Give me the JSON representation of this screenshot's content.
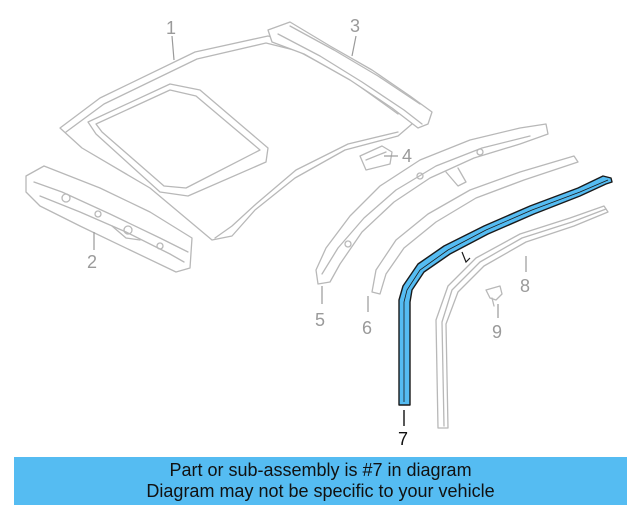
{
  "diagram": {
    "callouts": [
      {
        "id": "1",
        "label": "1"
      },
      {
        "id": "2",
        "label": "2"
      },
      {
        "id": "3",
        "label": "3"
      },
      {
        "id": "4",
        "label": "4"
      },
      {
        "id": "5",
        "label": "5"
      },
      {
        "id": "6",
        "label": "6"
      },
      {
        "id": "7",
        "label": "7"
      },
      {
        "id": "8",
        "label": "8"
      },
      {
        "id": "9",
        "label": "9"
      }
    ],
    "highlighted_part": "7",
    "highlight_color": "#55bcf2"
  },
  "banner": {
    "line1": "Part or sub-assembly is #7 in diagram",
    "line2": "Diagram may not be specific to your vehicle",
    "background": "#55bcf2"
  }
}
